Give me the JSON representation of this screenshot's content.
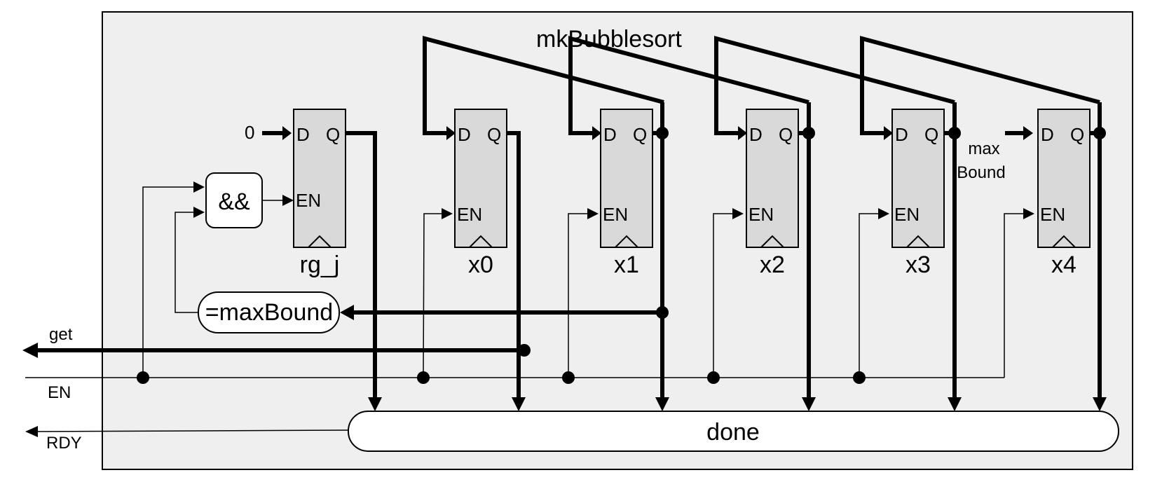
{
  "module": {
    "title": "mkBubblesort"
  },
  "registers": [
    {
      "name": "rg_j",
      "d_pin": "D",
      "q_pin": "Q",
      "en_pin": "EN",
      "d_input": "0"
    },
    {
      "name": "x0",
      "d_pin": "D",
      "q_pin": "Q",
      "en_pin": "EN"
    },
    {
      "name": "x1",
      "d_pin": "D",
      "q_pin": "Q",
      "en_pin": "EN"
    },
    {
      "name": "x2",
      "d_pin": "D",
      "q_pin": "Q",
      "en_pin": "EN"
    },
    {
      "name": "x3",
      "d_pin": "D",
      "q_pin": "Q",
      "en_pin": "EN"
    },
    {
      "name": "x4",
      "d_pin": "D",
      "q_pin": "Q",
      "en_pin": "EN",
      "d_input_line1": "max",
      "d_input_line2": "Bound"
    }
  ],
  "blocks": {
    "and_gate": "&&",
    "compare": "=maxBound",
    "done": "done"
  },
  "ports": {
    "get": "get",
    "en": "EN",
    "rdy": "RDY"
  }
}
